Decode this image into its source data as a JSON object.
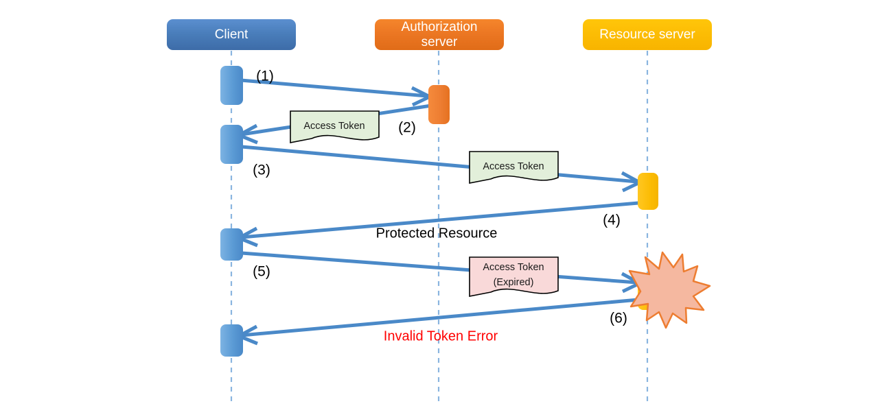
{
  "diagram": {
    "title": "OAuth 2.0 access token expiry sequence diagram",
    "background": "#ffffff",
    "colors": {
      "client": "#4a7ebb",
      "client_light": "#6ba3dd",
      "authorization_server": "#e8711a",
      "authorization_server_light": "#f58a32",
      "resource_server": "#fcbc04",
      "resource_server_light": "#ffcc11",
      "arrow": "#4a89c8",
      "lifeline": "#8ab5e0",
      "note_token": "#e2efda",
      "note_expired": "#f9d9d9",
      "note_border": "#000000",
      "burst_fill": "#f5b8a0",
      "burst_stroke": "#ed7d31",
      "error_text": "#ff0000",
      "label_text": "#000000"
    }
  },
  "lanes": [
    {
      "id": "client",
      "label": "Client",
      "label_lines": [
        "Client"
      ]
    },
    {
      "id": "authorization-server",
      "label": "Authorization server",
      "label_lines": [
        "Authorization",
        "server"
      ]
    },
    {
      "id": "resource-server",
      "label": "Resource server",
      "label_lines": [
        "Resource  server"
      ]
    }
  ],
  "steps": [
    {
      "id": "1",
      "label": "(1)",
      "from": "client",
      "to": "authorization-server"
    },
    {
      "id": "2",
      "label": "(2)",
      "from": "authorization-server",
      "to": "client"
    },
    {
      "id": "3",
      "label": "(3)",
      "from": "client",
      "to": "resource-server"
    },
    {
      "id": "4",
      "label": "(4)",
      "from": "resource-server",
      "to": "client"
    },
    {
      "id": "5",
      "label": "(5)",
      "from": "client",
      "to": "resource-server"
    },
    {
      "id": "6",
      "label": "(6)",
      "from": "resource-server",
      "to": "client"
    }
  ],
  "notes": [
    {
      "id": "note-access-token-1",
      "lines": [
        "Access Token"
      ],
      "variant": "token"
    },
    {
      "id": "note-access-token-2",
      "lines": [
        "Access Token"
      ],
      "variant": "token"
    },
    {
      "id": "note-access-token-expired",
      "lines": [
        "Access Token",
        "(Expired)"
      ],
      "variant": "expired"
    }
  ],
  "messages": [
    {
      "id": "protected-resource",
      "text": "Protected Resource",
      "style": "normal"
    },
    {
      "id": "invalid-token-error",
      "text": "Invalid Token Error",
      "style": "error"
    }
  ],
  "markers": [
    {
      "id": "token-expired-burst",
      "kind": "explosion-burst"
    }
  ]
}
